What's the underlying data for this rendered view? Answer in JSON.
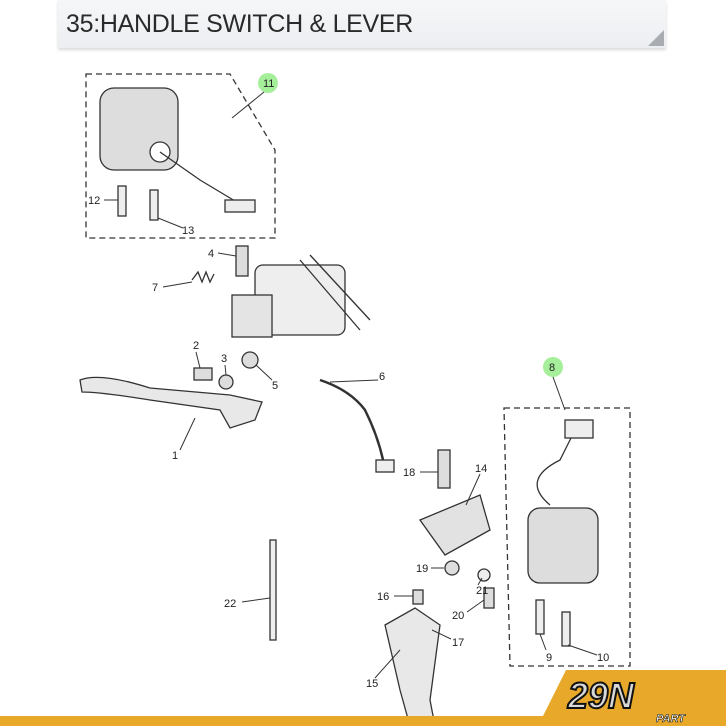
{
  "header": {
    "title": "35:HANDLE SWITCH & LEVER"
  },
  "callouts": {
    "c11": "11",
    "c12": "12",
    "c13": "13",
    "c4": "4",
    "c7": "7",
    "c2": "2",
    "c3": "3",
    "c5": "5",
    "c6": "6",
    "c1": "1",
    "c8": "8",
    "c18": "18",
    "c14": "14",
    "c19": "19",
    "c21": "21",
    "c20": "20",
    "c16": "16",
    "c17": "17",
    "c15": "15",
    "c22": "22",
    "c9": "9",
    "c10": "10"
  },
  "logo": {
    "main": "29N",
    "sub": "PART"
  },
  "colors": {
    "highlight": "#a6ef9a",
    "brand": "#e8a92a"
  }
}
